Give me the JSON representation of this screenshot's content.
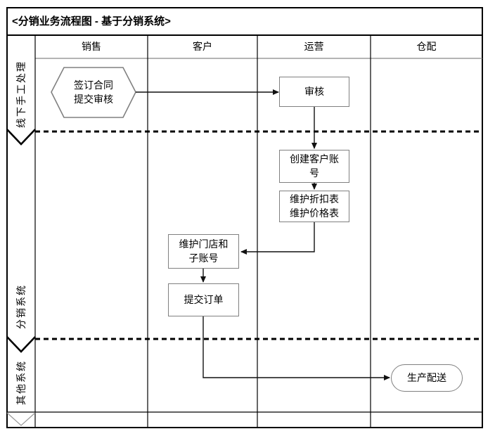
{
  "title": "<分销业务流程图 - 基于分销系统>",
  "columns": [
    "销售",
    "客户",
    "运营",
    "仓配"
  ],
  "lanes": [
    "线下手工处理",
    "分销系统",
    "其他系统"
  ],
  "nodes": {
    "sign_contract": "签订合同\n提交审核",
    "review": "审核",
    "create_account": "创建客户账\n号",
    "maintain_tables": "维护折扣表\n维护价格表",
    "maintain_stores": "维护门店和\n子账号",
    "submit_order": "提交订单",
    "production_delivery": "生产配送"
  },
  "colors": {
    "grid_line": "#000000",
    "header_divider": "#888888",
    "shape_border": "#808080",
    "connector": "#111111",
    "lane_end_chevron": "#000000",
    "lane_end_chevron_last": "#999999",
    "background": "#ffffff"
  }
}
